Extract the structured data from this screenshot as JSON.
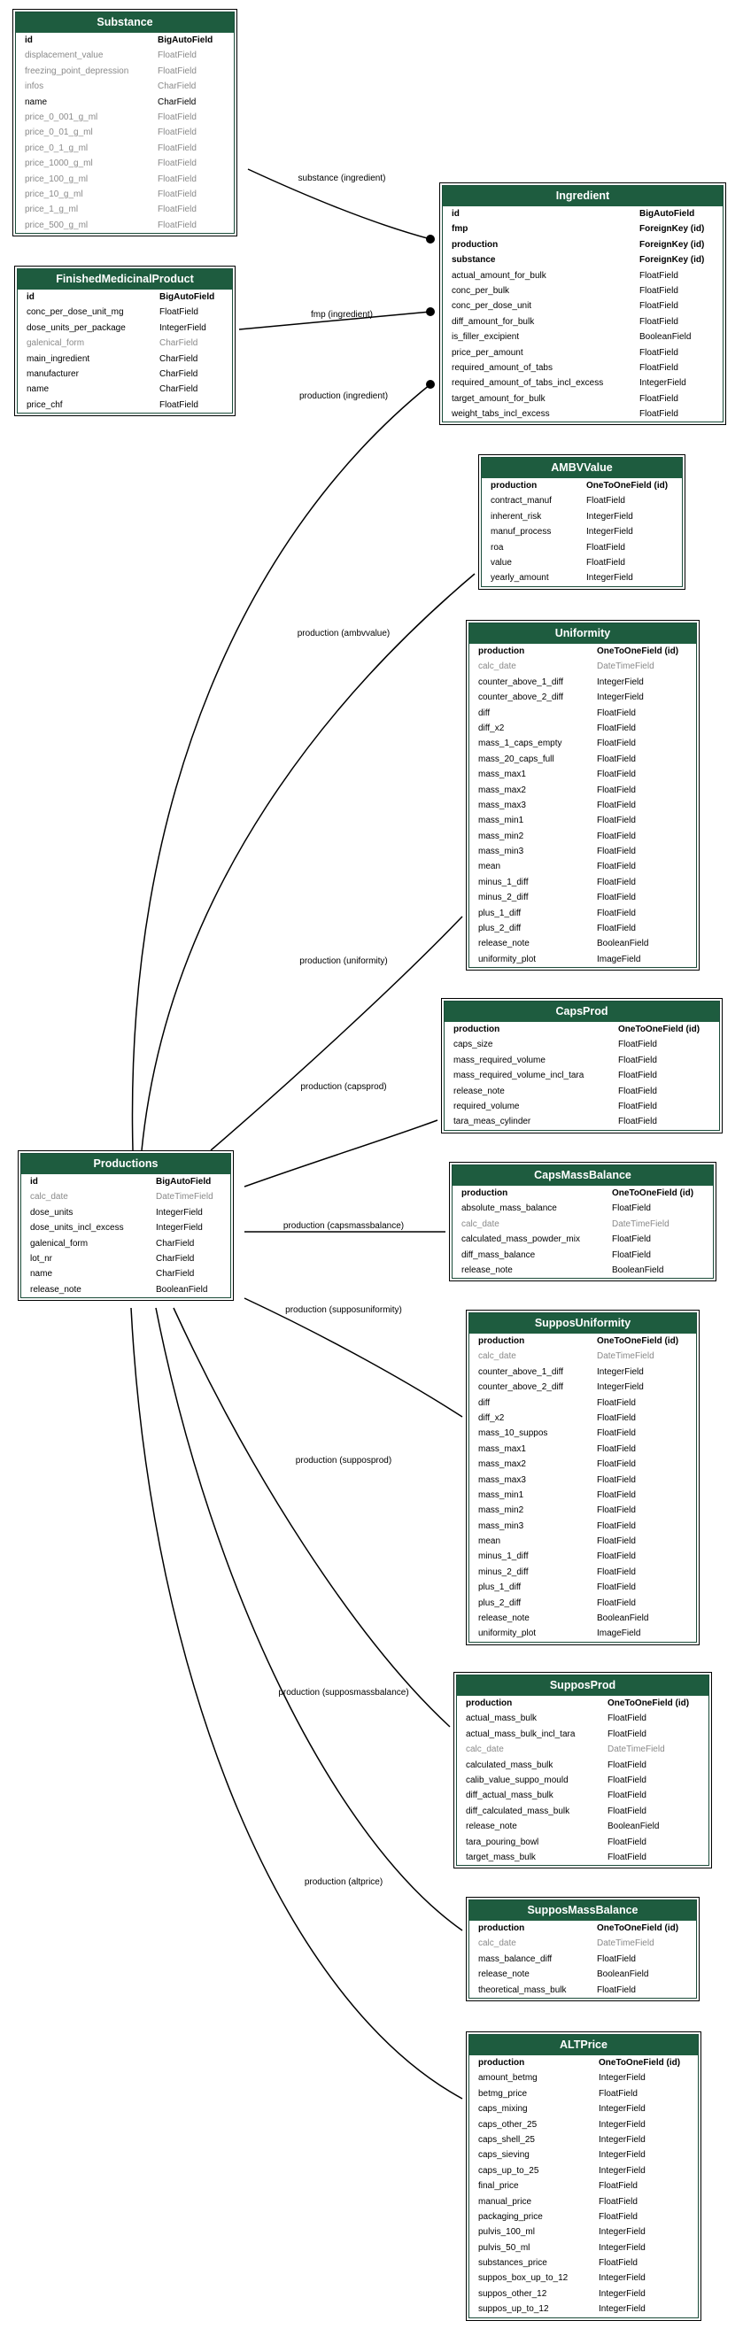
{
  "models": [
    {
      "key": "substance",
      "title": "Substance",
      "fields": [
        {
          "name": "id",
          "type": "BigAutoField",
          "style": "bold"
        },
        {
          "name": "displacement_value",
          "type": "FloatField",
          "style": "muted"
        },
        {
          "name": "freezing_point_depression",
          "type": "FloatField",
          "style": "muted"
        },
        {
          "name": "infos",
          "type": "CharField",
          "style": "muted"
        },
        {
          "name": "name",
          "type": "CharField",
          "style": "normal"
        },
        {
          "name": "price_0_001_g_ml",
          "type": "FloatField",
          "style": "muted"
        },
        {
          "name": "price_0_01_g_ml",
          "type": "FloatField",
          "style": "muted"
        },
        {
          "name": "price_0_1_g_ml",
          "type": "FloatField",
          "style": "muted"
        },
        {
          "name": "price_1000_g_ml",
          "type": "FloatField",
          "style": "muted"
        },
        {
          "name": "price_100_g_ml",
          "type": "FloatField",
          "style": "muted"
        },
        {
          "name": "price_10_g_ml",
          "type": "FloatField",
          "style": "muted"
        },
        {
          "name": "price_1_g_ml",
          "type": "FloatField",
          "style": "muted"
        },
        {
          "name": "price_500_g_ml",
          "type": "FloatField",
          "style": "muted"
        }
      ]
    },
    {
      "key": "finishedmedicinalproduct",
      "title": "FinishedMedicinalProduct",
      "fields": [
        {
          "name": "id",
          "type": "BigAutoField",
          "style": "bold"
        },
        {
          "name": "conc_per_dose_unit_mg",
          "type": "FloatField",
          "style": "normal"
        },
        {
          "name": "dose_units_per_package",
          "type": "IntegerField",
          "style": "normal"
        },
        {
          "name": "galenical_form",
          "type": "CharField",
          "style": "muted"
        },
        {
          "name": "main_ingredient",
          "type": "CharField",
          "style": "normal"
        },
        {
          "name": "manufacturer",
          "type": "CharField",
          "style": "normal"
        },
        {
          "name": "name",
          "type": "CharField",
          "style": "normal"
        },
        {
          "name": "price_chf",
          "type": "FloatField",
          "style": "normal"
        }
      ]
    },
    {
      "key": "ingredient",
      "title": "Ingredient",
      "fields": [
        {
          "name": "id",
          "type": "BigAutoField",
          "style": "bold"
        },
        {
          "name": "fmp",
          "type": "ForeignKey (id)",
          "style": "bold"
        },
        {
          "name": "production",
          "type": "ForeignKey (id)",
          "style": "bold"
        },
        {
          "name": "substance",
          "type": "ForeignKey (id)",
          "style": "bold"
        },
        {
          "name": "actual_amount_for_bulk",
          "type": "FloatField",
          "style": "normal"
        },
        {
          "name": "conc_per_bulk",
          "type": "FloatField",
          "style": "normal"
        },
        {
          "name": "conc_per_dose_unit",
          "type": "FloatField",
          "style": "normal"
        },
        {
          "name": "diff_amount_for_bulk",
          "type": "FloatField",
          "style": "normal"
        },
        {
          "name": "is_filler_excipient",
          "type": "BooleanField",
          "style": "normal"
        },
        {
          "name": "price_per_amount",
          "type": "FloatField",
          "style": "normal"
        },
        {
          "name": "required_amount_of_tabs",
          "type": "FloatField",
          "style": "normal"
        },
        {
          "name": "required_amount_of_tabs_incl_excess",
          "type": "IntegerField",
          "style": "normal"
        },
        {
          "name": "target_amount_for_bulk",
          "type": "FloatField",
          "style": "normal"
        },
        {
          "name": "weight_tabs_incl_excess",
          "type": "FloatField",
          "style": "normal"
        }
      ]
    },
    {
      "key": "ambvvalue",
      "title": "AMBVValue",
      "fields": [
        {
          "name": "production",
          "type": "OneToOneField (id)",
          "style": "bold"
        },
        {
          "name": "contract_manuf",
          "type": "FloatField",
          "style": "normal"
        },
        {
          "name": "inherent_risk",
          "type": "IntegerField",
          "style": "normal"
        },
        {
          "name": "manuf_process",
          "type": "IntegerField",
          "style": "normal"
        },
        {
          "name": "roa",
          "type": "FloatField",
          "style": "normal"
        },
        {
          "name": "value",
          "type": "FloatField",
          "style": "normal"
        },
        {
          "name": "yearly_amount",
          "type": "IntegerField",
          "style": "normal"
        }
      ]
    },
    {
      "key": "uniformity",
      "title": "Uniformity",
      "fields": [
        {
          "name": "production",
          "type": "OneToOneField (id)",
          "style": "bold"
        },
        {
          "name": "calc_date",
          "type": "DateTimeField",
          "style": "muted"
        },
        {
          "name": "counter_above_1_diff",
          "type": "IntegerField",
          "style": "normal"
        },
        {
          "name": "counter_above_2_diff",
          "type": "IntegerField",
          "style": "normal"
        },
        {
          "name": "diff",
          "type": "FloatField",
          "style": "normal"
        },
        {
          "name": "diff_x2",
          "type": "FloatField",
          "style": "normal"
        },
        {
          "name": "mass_1_caps_empty",
          "type": "FloatField",
          "style": "normal"
        },
        {
          "name": "mass_20_caps_full",
          "type": "FloatField",
          "style": "normal"
        },
        {
          "name": "mass_max1",
          "type": "FloatField",
          "style": "normal"
        },
        {
          "name": "mass_max2",
          "type": "FloatField",
          "style": "normal"
        },
        {
          "name": "mass_max3",
          "type": "FloatField",
          "style": "normal"
        },
        {
          "name": "mass_min1",
          "type": "FloatField",
          "style": "normal"
        },
        {
          "name": "mass_min2",
          "type": "FloatField",
          "style": "normal"
        },
        {
          "name": "mass_min3",
          "type": "FloatField",
          "style": "normal"
        },
        {
          "name": "mean",
          "type": "FloatField",
          "style": "normal"
        },
        {
          "name": "minus_1_diff",
          "type": "FloatField",
          "style": "normal"
        },
        {
          "name": "minus_2_diff",
          "type": "FloatField",
          "style": "normal"
        },
        {
          "name": "plus_1_diff",
          "type": "FloatField",
          "style": "normal"
        },
        {
          "name": "plus_2_diff",
          "type": "FloatField",
          "style": "normal"
        },
        {
          "name": "release_note",
          "type": "BooleanField",
          "style": "normal"
        },
        {
          "name": "uniformity_plot",
          "type": "ImageField",
          "style": "normal"
        }
      ]
    },
    {
      "key": "capsprod",
      "title": "CapsProd",
      "fields": [
        {
          "name": "production",
          "type": "OneToOneField (id)",
          "style": "bold"
        },
        {
          "name": "caps_size",
          "type": "FloatField",
          "style": "normal"
        },
        {
          "name": "mass_required_volume",
          "type": "FloatField",
          "style": "normal"
        },
        {
          "name": "mass_required_volume_incl_tara",
          "type": "FloatField",
          "style": "normal"
        },
        {
          "name": "release_note",
          "type": "FloatField",
          "style": "normal"
        },
        {
          "name": "required_volume",
          "type": "FloatField",
          "style": "normal"
        },
        {
          "name": "tara_meas_cylinder",
          "type": "FloatField",
          "style": "normal"
        }
      ]
    },
    {
      "key": "productions",
      "title": "Productions",
      "fields": [
        {
          "name": "id",
          "type": "BigAutoField",
          "style": "bold"
        },
        {
          "name": "calc_date",
          "type": "DateTimeField",
          "style": "muted"
        },
        {
          "name": "dose_units",
          "type": "IntegerField",
          "style": "normal"
        },
        {
          "name": "dose_units_incl_excess",
          "type": "IntegerField",
          "style": "normal"
        },
        {
          "name": "galenical_form",
          "type": "CharField",
          "style": "normal"
        },
        {
          "name": "lot_nr",
          "type": "CharField",
          "style": "normal"
        },
        {
          "name": "name",
          "type": "CharField",
          "style": "normal"
        },
        {
          "name": "release_note",
          "type": "BooleanField",
          "style": "normal"
        }
      ]
    },
    {
      "key": "capsmassbalance",
      "title": "CapsMassBalance",
      "fields": [
        {
          "name": "production",
          "type": "OneToOneField (id)",
          "style": "bold"
        },
        {
          "name": "absolute_mass_balance",
          "type": "FloatField",
          "style": "normal"
        },
        {
          "name": "calc_date",
          "type": "DateTimeField",
          "style": "muted"
        },
        {
          "name": "calculated_mass_powder_mix",
          "type": "FloatField",
          "style": "normal"
        },
        {
          "name": "diff_mass_balance",
          "type": "FloatField",
          "style": "normal"
        },
        {
          "name": "release_note",
          "type": "BooleanField",
          "style": "normal"
        }
      ]
    },
    {
      "key": "supposuniformity",
      "title": "SupposUniformity",
      "fields": [
        {
          "name": "production",
          "type": "OneToOneField (id)",
          "style": "bold"
        },
        {
          "name": "calc_date",
          "type": "DateTimeField",
          "style": "muted"
        },
        {
          "name": "counter_above_1_diff",
          "type": "IntegerField",
          "style": "normal"
        },
        {
          "name": "counter_above_2_diff",
          "type": "IntegerField",
          "style": "normal"
        },
        {
          "name": "diff",
          "type": "FloatField",
          "style": "normal"
        },
        {
          "name": "diff_x2",
          "type": "FloatField",
          "style": "normal"
        },
        {
          "name": "mass_10_suppos",
          "type": "FloatField",
          "style": "normal"
        },
        {
          "name": "mass_max1",
          "type": "FloatField",
          "style": "normal"
        },
        {
          "name": "mass_max2",
          "type": "FloatField",
          "style": "normal"
        },
        {
          "name": "mass_max3",
          "type": "FloatField",
          "style": "normal"
        },
        {
          "name": "mass_min1",
          "type": "FloatField",
          "style": "normal"
        },
        {
          "name": "mass_min2",
          "type": "FloatField",
          "style": "normal"
        },
        {
          "name": "mass_min3",
          "type": "FloatField",
          "style": "normal"
        },
        {
          "name": "mean",
          "type": "FloatField",
          "style": "normal"
        },
        {
          "name": "minus_1_diff",
          "type": "FloatField",
          "style": "normal"
        },
        {
          "name": "minus_2_diff",
          "type": "FloatField",
          "style": "normal"
        },
        {
          "name": "plus_1_diff",
          "type": "FloatField",
          "style": "normal"
        },
        {
          "name": "plus_2_diff",
          "type": "FloatField",
          "style": "normal"
        },
        {
          "name": "release_note",
          "type": "BooleanField",
          "style": "normal"
        },
        {
          "name": "uniformity_plot",
          "type": "ImageField",
          "style": "normal"
        }
      ]
    },
    {
      "key": "supposprod",
      "title": "SupposProd",
      "fields": [
        {
          "name": "production",
          "type": "OneToOneField (id)",
          "style": "bold"
        },
        {
          "name": "actual_mass_bulk",
          "type": "FloatField",
          "style": "normal"
        },
        {
          "name": "actual_mass_bulk_incl_tara",
          "type": "FloatField",
          "style": "normal"
        },
        {
          "name": "calc_date",
          "type": "DateTimeField",
          "style": "muted"
        },
        {
          "name": "calculated_mass_bulk",
          "type": "FloatField",
          "style": "normal"
        },
        {
          "name": "calib_value_suppo_mould",
          "type": "FloatField",
          "style": "normal"
        },
        {
          "name": "diff_actual_mass_bulk",
          "type": "FloatField",
          "style": "normal"
        },
        {
          "name": "diff_calculated_mass_bulk",
          "type": "FloatField",
          "style": "normal"
        },
        {
          "name": "release_note",
          "type": "BooleanField",
          "style": "normal"
        },
        {
          "name": "tara_pouring_bowl",
          "type": "FloatField",
          "style": "normal"
        },
        {
          "name": "target_mass_bulk",
          "type": "FloatField",
          "style": "normal"
        }
      ]
    },
    {
      "key": "supposmassbalance",
      "title": "SupposMassBalance",
      "fields": [
        {
          "name": "production",
          "type": "OneToOneField (id)",
          "style": "bold"
        },
        {
          "name": "calc_date",
          "type": "DateTimeField",
          "style": "muted"
        },
        {
          "name": "mass_balance_diff",
          "type": "FloatField",
          "style": "normal"
        },
        {
          "name": "release_note",
          "type": "BooleanField",
          "style": "normal"
        },
        {
          "name": "theoretical_mass_bulk",
          "type": "FloatField",
          "style": "normal"
        }
      ]
    },
    {
      "key": "altprice",
      "title": "ALTPrice",
      "fields": [
        {
          "name": "production",
          "type": "OneToOneField (id)",
          "style": "bold"
        },
        {
          "name": "amount_betmg",
          "type": "IntegerField",
          "style": "normal"
        },
        {
          "name": "betmg_price",
          "type": "FloatField",
          "style": "normal"
        },
        {
          "name": "caps_mixing",
          "type": "IntegerField",
          "style": "normal"
        },
        {
          "name": "caps_other_25",
          "type": "IntegerField",
          "style": "normal"
        },
        {
          "name": "caps_shell_25",
          "type": "IntegerField",
          "style": "normal"
        },
        {
          "name": "caps_sieving",
          "type": "IntegerField",
          "style": "normal"
        },
        {
          "name": "caps_up_to_25",
          "type": "IntegerField",
          "style": "normal"
        },
        {
          "name": "final_price",
          "type": "FloatField",
          "style": "normal"
        },
        {
          "name": "manual_price",
          "type": "FloatField",
          "style": "normal"
        },
        {
          "name": "packaging_price",
          "type": "FloatField",
          "style": "normal"
        },
        {
          "name": "pulvis_100_ml",
          "type": "IntegerField",
          "style": "normal"
        },
        {
          "name": "pulvis_50_ml",
          "type": "IntegerField",
          "style": "normal"
        },
        {
          "name": "substances_price",
          "type": "FloatField",
          "style": "normal"
        },
        {
          "name": "suppos_box_up_to_12",
          "type": "IntegerField",
          "style": "normal"
        },
        {
          "name": "suppos_other_12",
          "type": "IntegerField",
          "style": "normal"
        },
        {
          "name": "suppos_up_to_12",
          "type": "IntegerField",
          "style": "normal"
        }
      ]
    }
  ],
  "relations": [
    {
      "key": "substance-ingredient",
      "label": "substance (ingredient)"
    },
    {
      "key": "fmp-ingredient",
      "label": "fmp (ingredient)"
    },
    {
      "key": "production-ingredient",
      "label": "production (ingredient)"
    },
    {
      "key": "production-ambvvalue",
      "label": "production (ambvvalue)"
    },
    {
      "key": "production-uniformity",
      "label": "production (uniformity)"
    },
    {
      "key": "production-capsprod",
      "label": "production (capsprod)"
    },
    {
      "key": "production-capsmassbalance",
      "label": "production (capsmassbalance)"
    },
    {
      "key": "production-supposuniformity",
      "label": "production (supposuniformity)"
    },
    {
      "key": "production-supposprod",
      "label": "production (supposprod)"
    },
    {
      "key": "production-supposmassbalance",
      "label": "production (supposmassbalance)"
    },
    {
      "key": "production-altprice",
      "label": "production (altprice)"
    }
  ],
  "colors": {
    "header_bg": "#1e5c3f",
    "header_text": "#ffffff",
    "muted_text": "#8a8a8a",
    "line": "#000000"
  }
}
